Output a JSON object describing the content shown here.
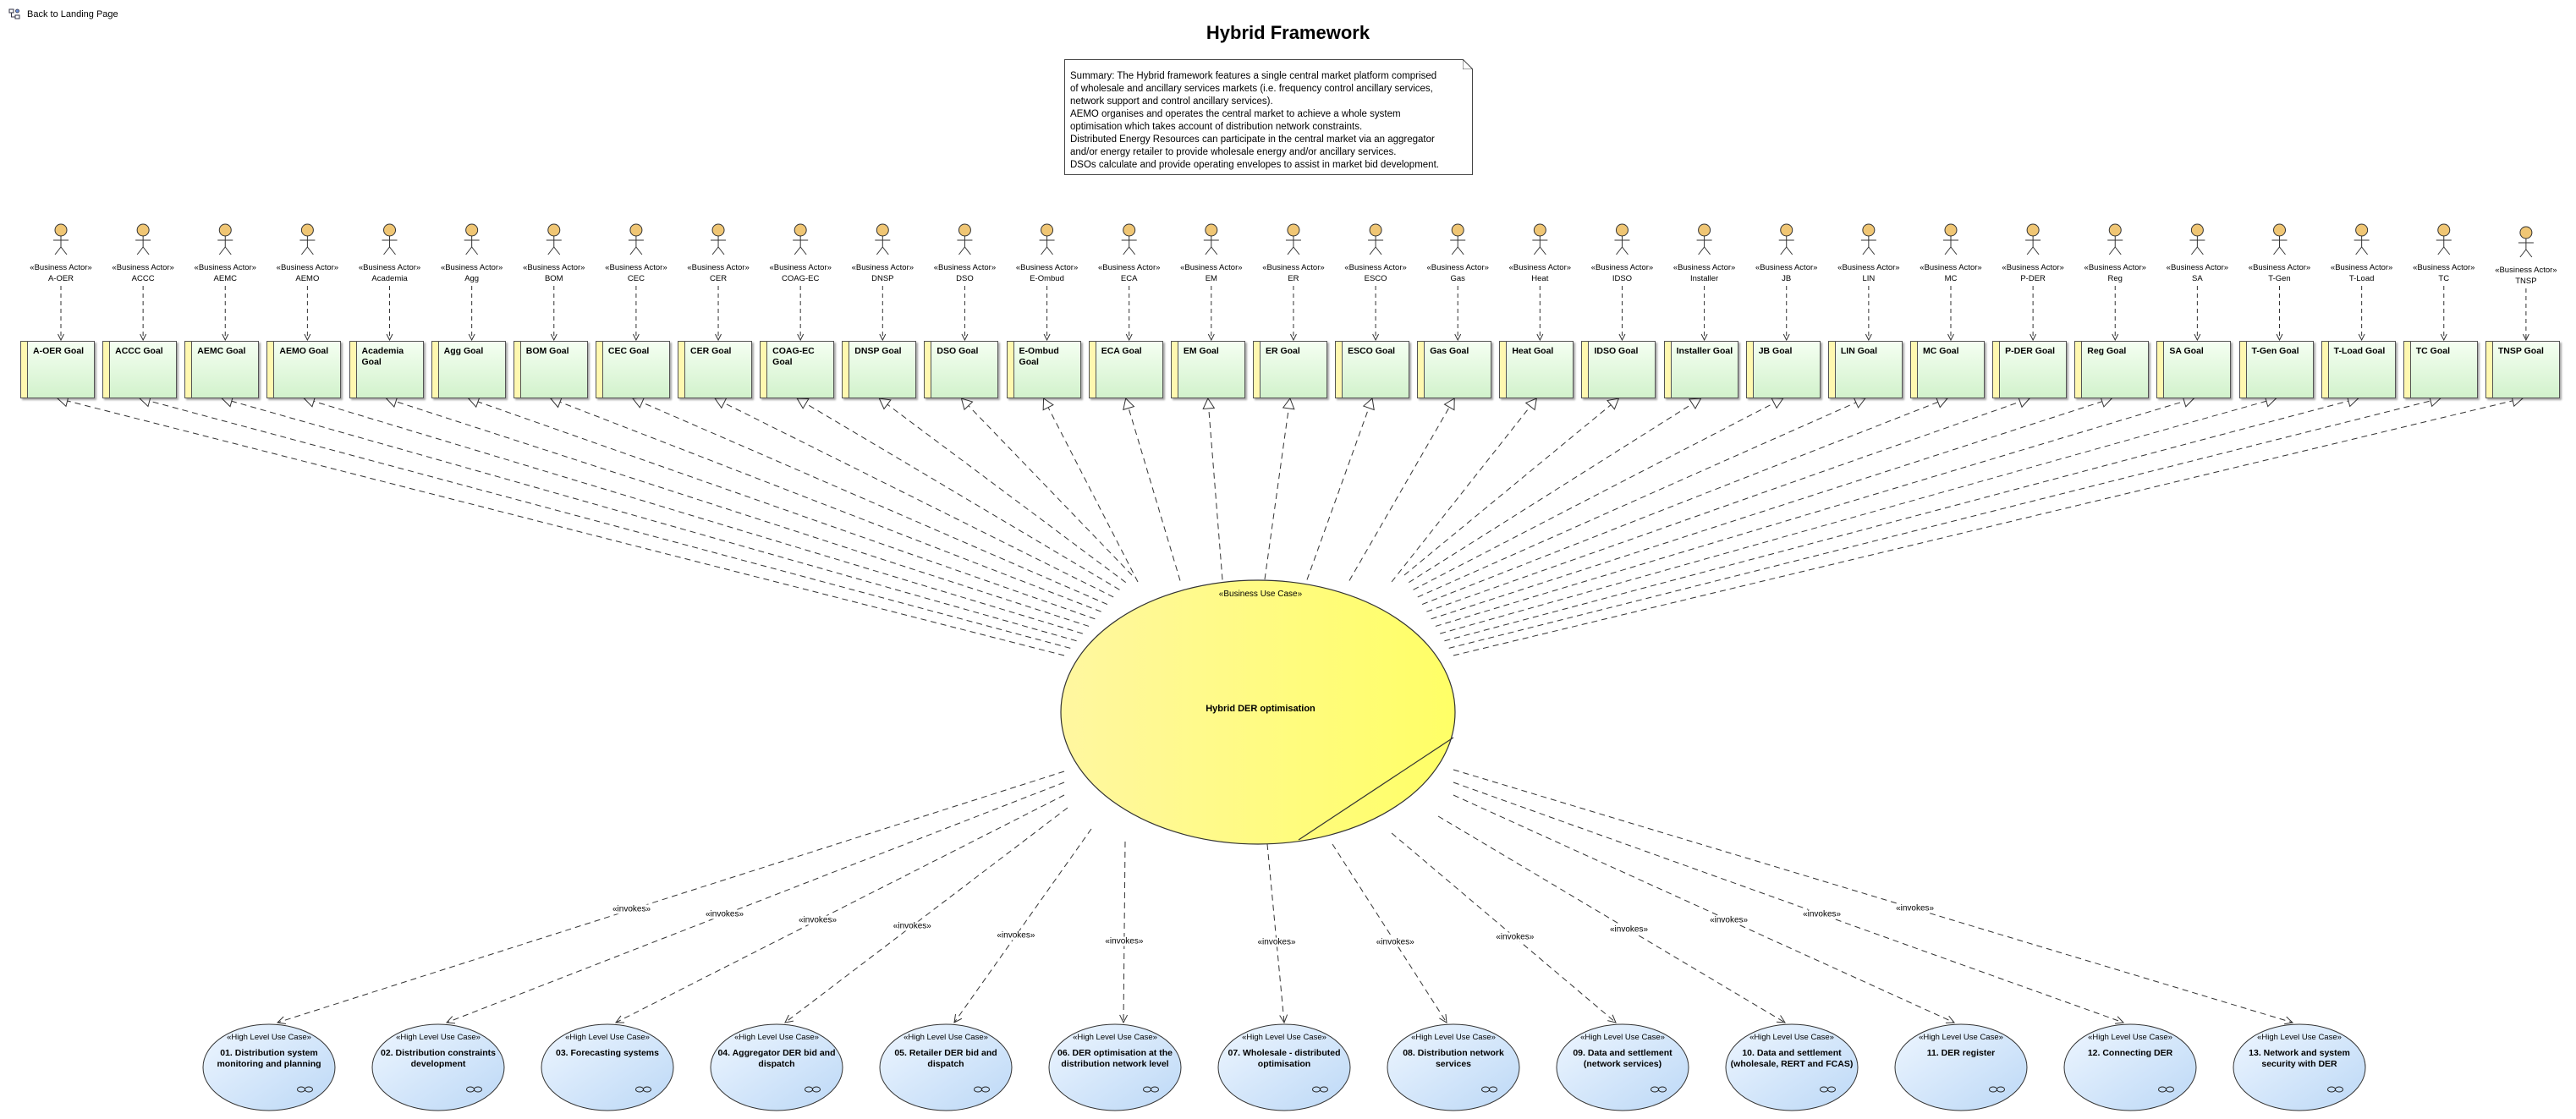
{
  "back_link": {
    "label": "Back to Landing Page"
  },
  "title": "Hybrid Framework",
  "summary_lines": [
    "Summary: The Hybrid framework features a single central market platform comprised",
    "of wholesale and ancillary services markets (i.e. frequency control ancillary services,",
    "network support and control ancillary services).",
    "AEMO organises and operates the central market to achieve a whole system",
    "optimisation which takes account of distribution  network constraints.",
    "Distributed Energy Resources can participate in the central market via an aggregator",
    "and/or energy retailer to provide wholesale energy and/or ancillary services.",
    "DSOs calculate and provide operating envelopes to assist in market bid development."
  ],
  "actor_stereotype": "«Business Actor»",
  "actors": [
    {
      "name": "A-OER",
      "goal": "A-OER Goal"
    },
    {
      "name": "ACCC",
      "goal": "ACCC Goal"
    },
    {
      "name": "AEMC",
      "goal": "AEMC Goal"
    },
    {
      "name": "AEMO",
      "goal": "AEMO Goal"
    },
    {
      "name": "Academia",
      "goal": "Academia Goal"
    },
    {
      "name": "Agg",
      "goal": "Agg Goal"
    },
    {
      "name": "BOM",
      "goal": "BOM Goal"
    },
    {
      "name": "CEC",
      "goal": "CEC Goal"
    },
    {
      "name": "CER",
      "goal": "CER Goal"
    },
    {
      "name": "COAG-EC",
      "goal": "COAG-EC Goal"
    },
    {
      "name": "DNSP",
      "goal": "DNSP Goal"
    },
    {
      "name": "DSO",
      "goal": "DSO Goal"
    },
    {
      "name": "E-Ombud",
      "goal": "E-Ombud Goal"
    },
    {
      "name": "ECA",
      "goal": "ECA Goal"
    },
    {
      "name": "EM",
      "goal": "EM Goal"
    },
    {
      "name": "ER",
      "goal": "ER Goal"
    },
    {
      "name": "ESCO",
      "goal": "ESCO Goal"
    },
    {
      "name": "Gas",
      "goal": "Gas Goal"
    },
    {
      "name": "Heat",
      "goal": "Heat Goal"
    },
    {
      "name": "IDSO",
      "goal": "IDSO Goal"
    },
    {
      "name": "Installer",
      "goal": "Installer Goal"
    },
    {
      "name": "JB",
      "goal": "JB Goal"
    },
    {
      "name": "LIN",
      "goal": "LIN Goal"
    },
    {
      "name": "MC",
      "goal": "MC Goal"
    },
    {
      "name": "P-DER",
      "goal": "P-DER Goal"
    },
    {
      "name": "Reg",
      "goal": "Reg Goal"
    },
    {
      "name": "SA",
      "goal": "SA Goal"
    },
    {
      "name": "T-Gen",
      "goal": "T-Gen Goal"
    },
    {
      "name": "T-Load",
      "goal": "T-Load Goal"
    },
    {
      "name": "TC",
      "goal": "TC Goal"
    },
    {
      "name": "TNSP",
      "goal": "TNSP Goal"
    }
  ],
  "center": {
    "stereotype": "«Business Use Case»",
    "name": "Hybrid DER optimisation"
  },
  "invokes_label": "«invokes»",
  "usecase_stereotype": "«High Level Use Case»",
  "usecases": [
    "01. Distribution system monitoring and planning",
    "02. Distribution constraints development",
    "03. Forecasting systems",
    "04. Aggregator DER bid and dispatch",
    "05. Retailer DER bid and dispatch",
    "06. DER optimisation at the distribution network level",
    "07. Wholesale - distributed optimisation",
    "08. Distribution network services",
    "09. Data and settlement (network services)",
    "10. Data and settlement (wholesale, RERT and FCAS)",
    "11. DER register",
    "12. Connecting DER",
    "13. Network and system security with DER"
  ],
  "colors": {
    "actor_head": "#f0c674",
    "goal_fill": "#d2f2cc",
    "goal_bar": "#fff8b0",
    "center_fill": "#ffff80",
    "usecase_fill": "#cfe3fa"
  }
}
